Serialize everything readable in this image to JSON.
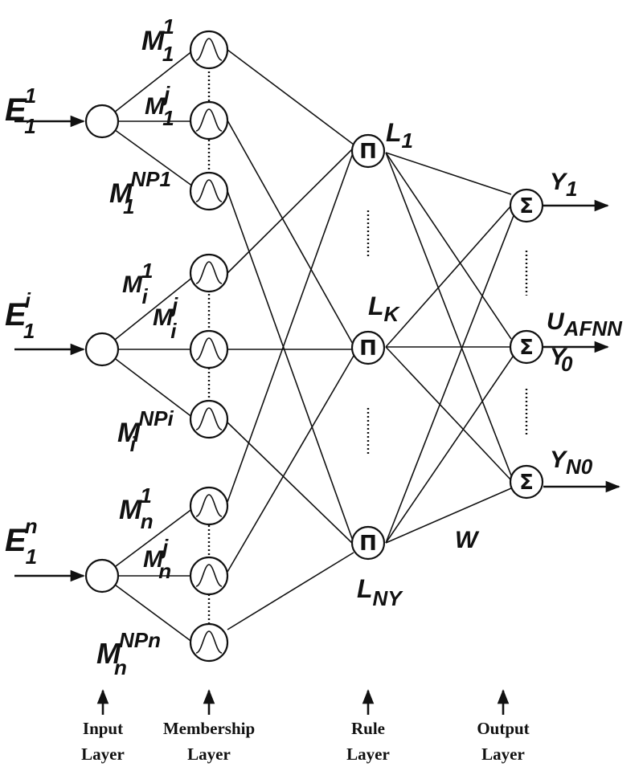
{
  "inputs": [
    {
      "base": "E",
      "sup": "1",
      "sub": "1"
    },
    {
      "base": "E",
      "sup": "i",
      "sub": "1"
    },
    {
      "base": "E",
      "sup": "n",
      "sub": "1"
    }
  ],
  "membership": [
    {
      "base": "M",
      "sup": "1",
      "sub": "1"
    },
    {
      "base": "M",
      "sup": "j",
      "sub": "1"
    },
    {
      "base": "M",
      "sup": "NP1",
      "sub": "1"
    },
    {
      "base": "M",
      "sup": "1",
      "sub": "i"
    },
    {
      "base": "M",
      "sup": "j",
      "sub": "i"
    },
    {
      "base": "M",
      "sup": "NPi",
      "sub": "i"
    },
    {
      "base": "M",
      "sup": "1",
      "sub": "n"
    },
    {
      "base": "M",
      "sup": "j",
      "sub": "n"
    },
    {
      "base": "M",
      "sup": "NPn",
      "sub": "n"
    }
  ],
  "rules": [
    {
      "base": "L",
      "sub": "1"
    },
    {
      "base": "L",
      "sub": "K"
    },
    {
      "base": "L",
      "sub": "NY"
    }
  ],
  "outputs": [
    {
      "base": "Y",
      "sub": "1"
    },
    {
      "base": "Y",
      "sub": "0"
    },
    {
      "base": "Y",
      "sub": "N0"
    }
  ],
  "rule_symbol": "Π",
  "sum_symbol": "Σ",
  "output_signal": {
    "base": "U",
    "sub": "AFNN"
  },
  "weight_label": "W",
  "layers": [
    {
      "line1": "Input",
      "line2": "Layer"
    },
    {
      "line1": "Membership",
      "line2": "Layer"
    },
    {
      "line1": "Rule",
      "line2": "Layer"
    },
    {
      "line1": "Output",
      "line2": "Layer"
    }
  ]
}
